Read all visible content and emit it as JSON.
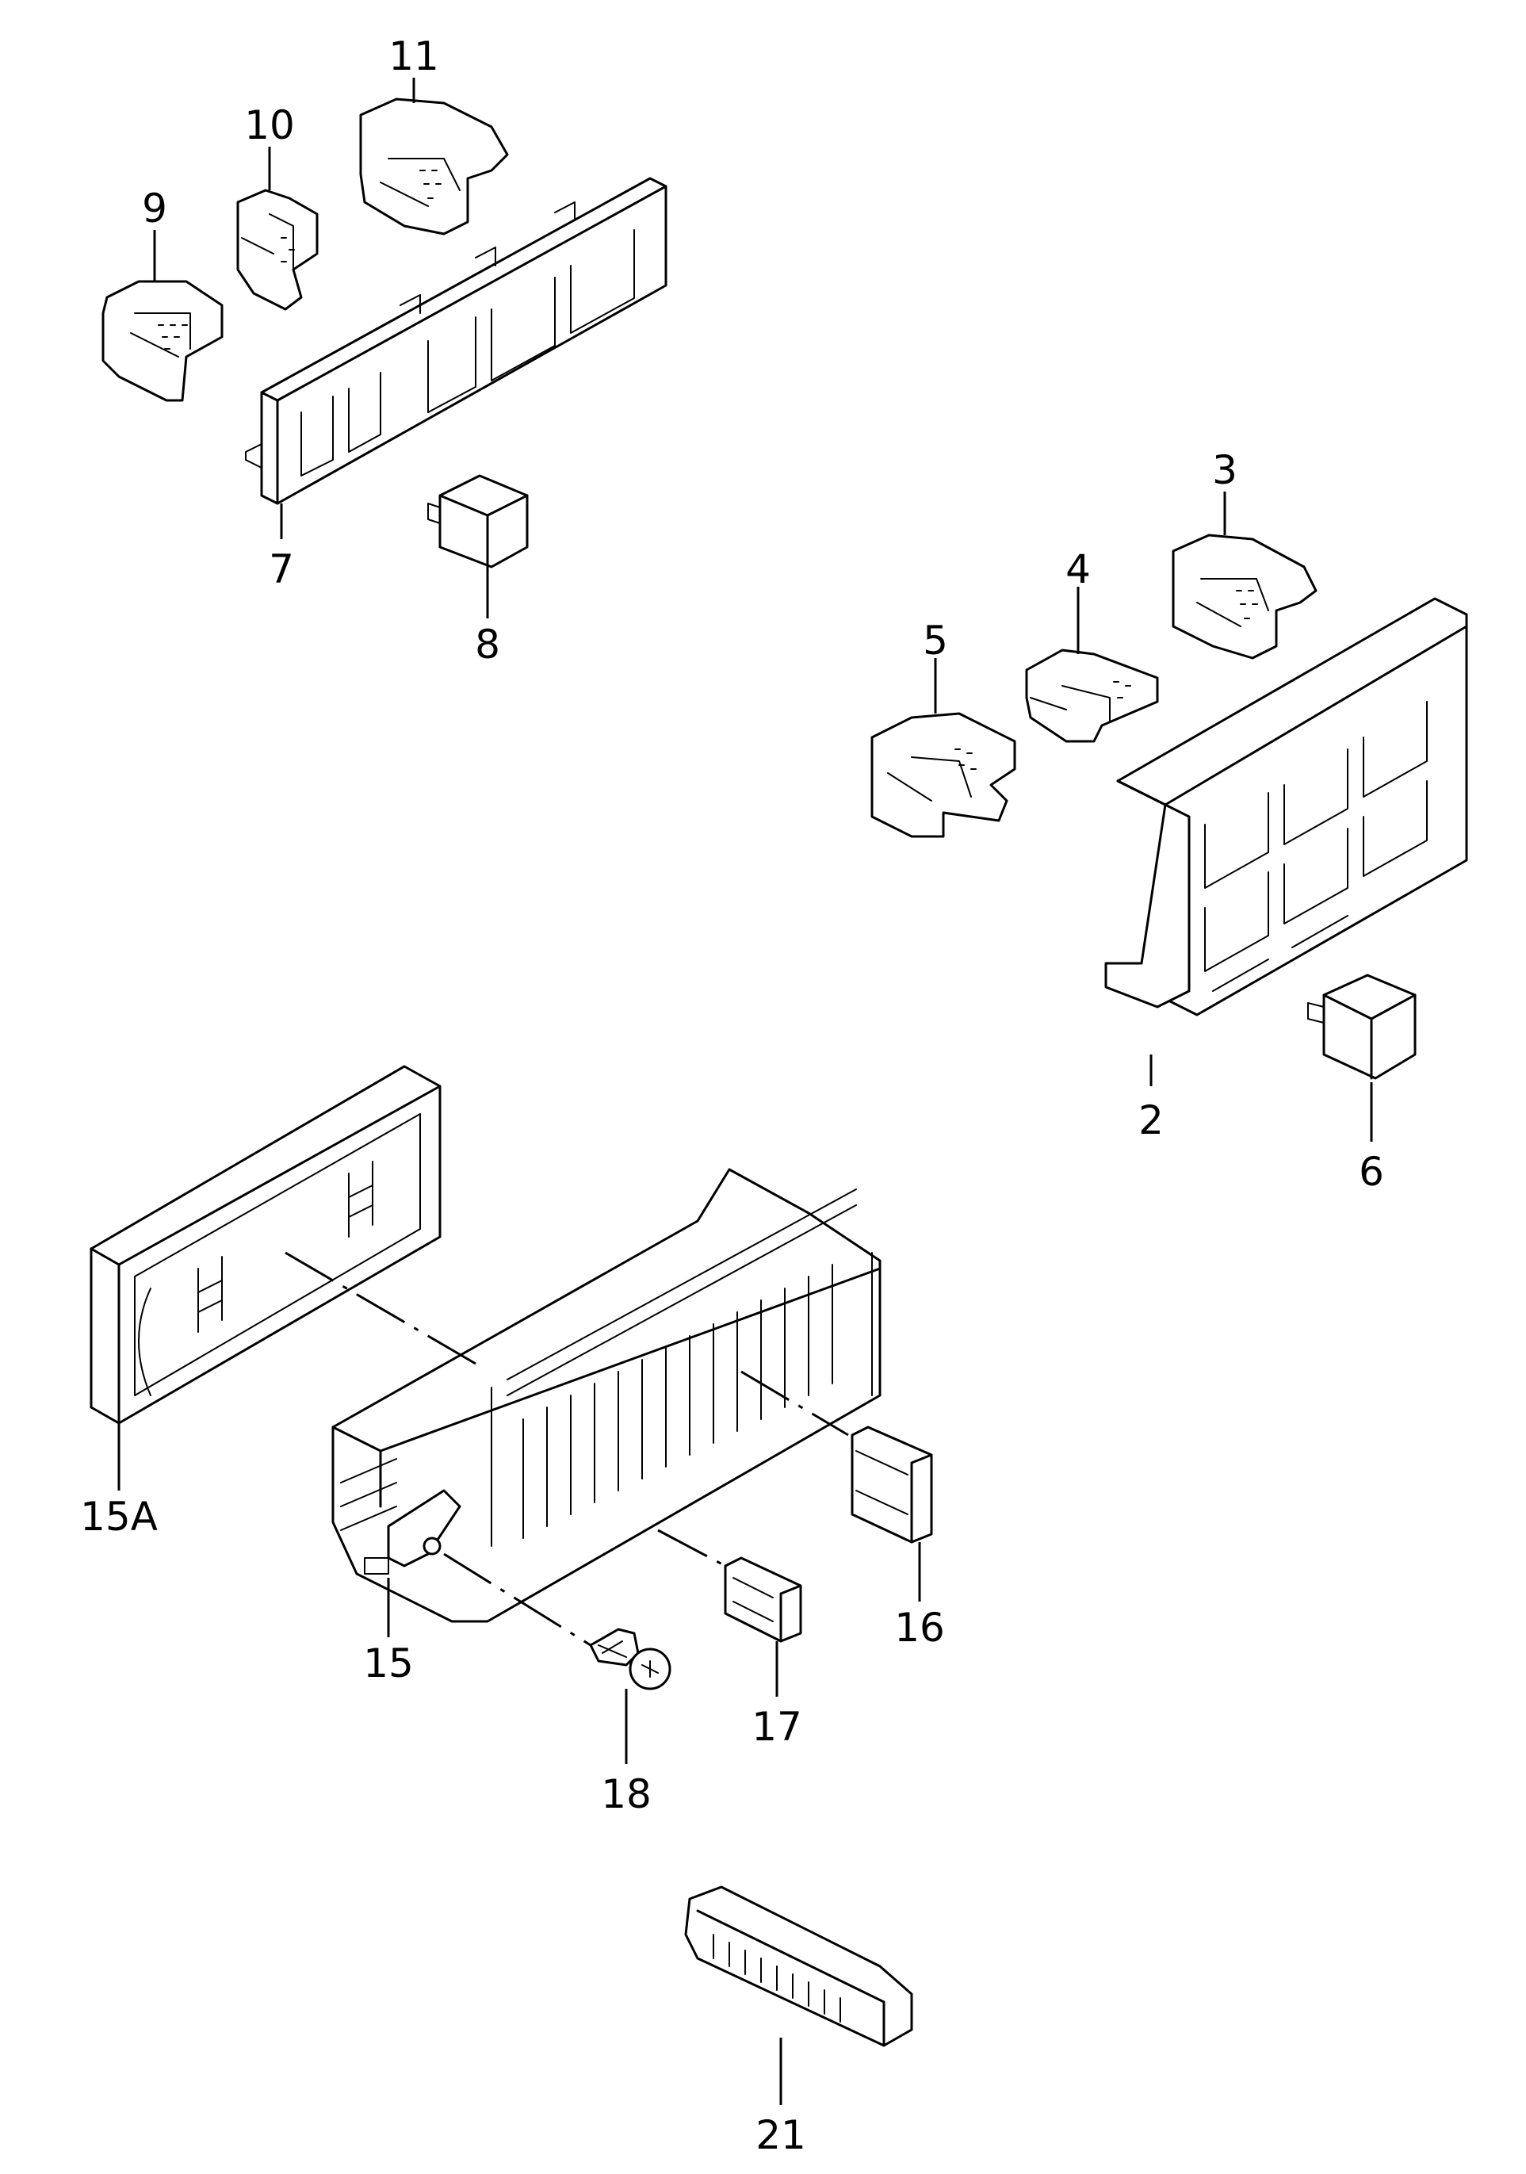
{
  "diagram": {
    "parts": [
      {
        "id": "p2",
        "label": "2"
      },
      {
        "id": "p3",
        "label": "3"
      },
      {
        "id": "p4",
        "label": "4"
      },
      {
        "id": "p5",
        "label": "5"
      },
      {
        "id": "p6",
        "label": "6"
      },
      {
        "id": "p7",
        "label": "7"
      },
      {
        "id": "p8",
        "label": "8"
      },
      {
        "id": "p9",
        "label": "9"
      },
      {
        "id": "p10",
        "label": "10"
      },
      {
        "id": "p11",
        "label": "11"
      },
      {
        "id": "p15",
        "label": "15"
      },
      {
        "id": "p15a",
        "label": "15A"
      },
      {
        "id": "p16",
        "label": "16"
      },
      {
        "id": "p17",
        "label": "17"
      },
      {
        "id": "p18",
        "label": "18"
      },
      {
        "id": "p21",
        "label": "21"
      }
    ]
  }
}
